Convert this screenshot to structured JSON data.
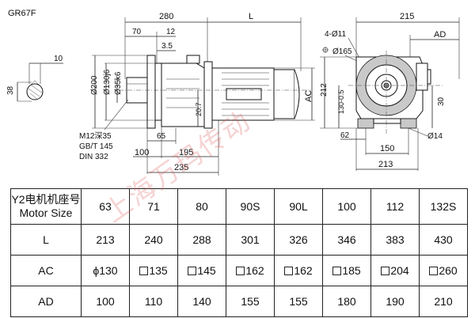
{
  "model": "GR67F",
  "watermark": "上海万玛传动",
  "left_view": {
    "dim_top_280": "280",
    "dim_70": "70",
    "dim_12": "12",
    "dim_3_5": "3.5",
    "dim_L": "L",
    "dim_200": "Ø200",
    "dim_130": "Ø130j6",
    "dim_35": "Ø35k6",
    "dim_20_7": "20.7",
    "dim_AC": "AC",
    "dim_65": "65",
    "dim_100": "100",
    "dim_195": "195",
    "dim_235": "235",
    "note_line1": "M12深35",
    "note_line2": "GB/T 145",
    "note_line3": "DIN 332"
  },
  "shaft_section": {
    "dim_10": "10",
    "dim_38": "38"
  },
  "right_view": {
    "dim_215": "215",
    "dim_4x11": "4-Ø11",
    "dim_AD": "AD",
    "dim_165": "Ø165",
    "dim_212": "212",
    "dim_130_05": "130-0.5",
    "dim_30": "30",
    "dim_62": "62",
    "dim_14": "Ø14",
    "dim_150": "150",
    "dim_213": "213"
  },
  "table": {
    "header_label_line1": "Y2电机机座号",
    "header_label_line2": "Motor Size",
    "sizes": [
      "63",
      "71",
      "80",
      "90S",
      "90L",
      "100",
      "112",
      "132S"
    ],
    "rows": [
      {
        "label": "L",
        "prefix": "none",
        "values": [
          "213",
          "240",
          "288",
          "301",
          "326",
          "346",
          "383",
          "430"
        ]
      },
      {
        "label": "AC",
        "prefix": "mixed",
        "values": [
          "ϕ130",
          "135",
          "145",
          "162",
          "162",
          "185",
          "204",
          "260"
        ]
      },
      {
        "label": "AD",
        "prefix": "none",
        "values": [
          "100",
          "110",
          "140",
          "155",
          "155",
          "180",
          "190",
          "210"
        ]
      }
    ]
  }
}
